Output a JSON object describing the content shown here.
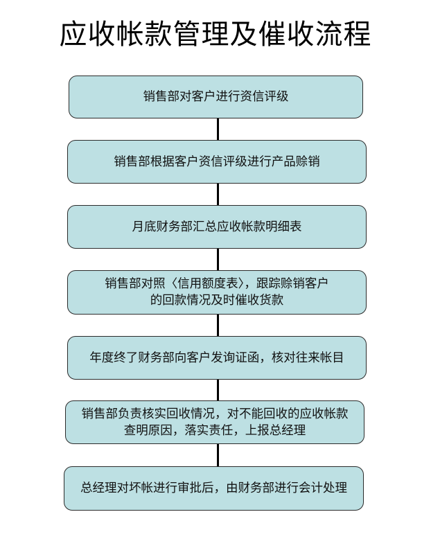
{
  "title": "应收帐款管理及催收流程",
  "colors": {
    "box_fill": "#bde0e3",
    "box_border": "#2b2b2b",
    "connector": "#000000",
    "text": "#111111"
  },
  "steps": [
    {
      "lines": [
        "销售部对客户进行资信评级"
      ]
    },
    {
      "lines": [
        "销售部根据客户资信评级进行产品赊销"
      ]
    },
    {
      "lines": [
        "月底财务部汇总应收帐款明细表"
      ]
    },
    {
      "lines": [
        "销售部对照〈信用额度表〉，跟踪赊销客户",
        "的回款情况及时催收货款"
      ]
    },
    {
      "lines": [
        "年度终了财务部向客户发询证函，核对往来帐目"
      ]
    },
    {
      "lines": [
        "销售部负责核实回收情况，对不能回收的应收帐款",
        "查明原因，落实责任，上报总经理"
      ]
    },
    {
      "lines": [
        "总经理对坏帐进行审批后，由财务部进行会计处理"
      ]
    }
  ]
}
